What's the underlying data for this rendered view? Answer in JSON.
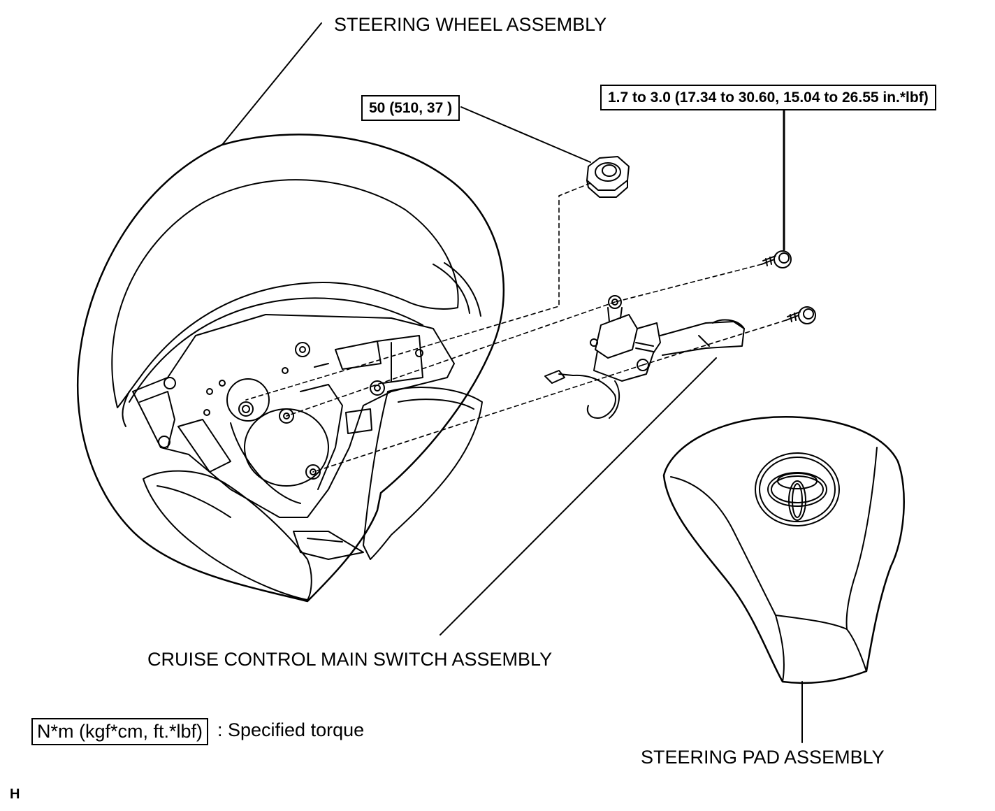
{
  "labels": {
    "steering_wheel": "STEERING WHEEL ASSEMBLY",
    "cruise_switch": "CRUISE CONTROL MAIN SWITCH ASSEMBLY",
    "steering_pad": "STEERING PAD ASSEMBLY"
  },
  "torque": {
    "nut": "50 (510, 37 )",
    "screw": "1.7 to 3.0 (17.34 to 30.60, 15.04 to 26.55 in.*lbf)"
  },
  "legend": {
    "unit_box": "N*m (kgf*cm, ft.*lbf)",
    "description": ": Specified torque"
  },
  "corner_mark": "H",
  "colors": {
    "line": "#000000",
    "background": "#ffffff"
  }
}
